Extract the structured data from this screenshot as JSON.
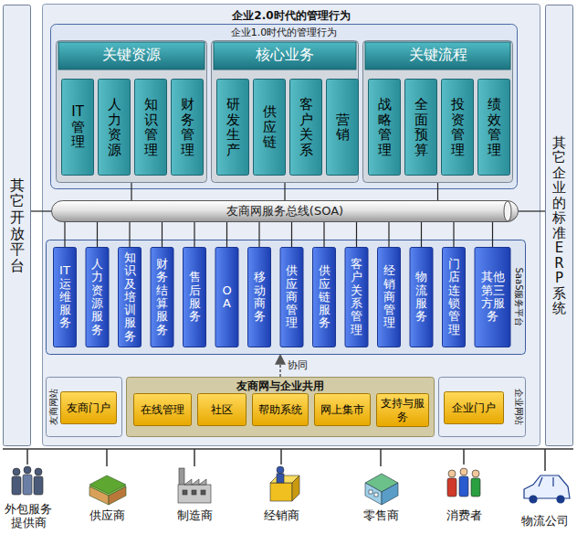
{
  "diagram": {
    "nodes": [
      {
        "text": [
          "企业2.0时代的管理行为"
        ]
      },
      {
        "text": [
          "其它开放平台"
        ]
      },
      {
        "text": [
          "其它企业的标准ERP系统"
        ]
      },
      {
        "text": [
          "企业1.0时代的管理行为"
        ],
        "in": 0
      },
      {
        "text": [
          "关键资源"
        ],
        "in": 3
      },
      {
        "text": [
          "IT管理"
        ],
        "in": 4
      },
      {
        "text": [
          "人力资源"
        ],
        "in": 4
      },
      {
        "text": [
          "知识管理"
        ],
        "in": 4
      },
      {
        "text": [
          "财务管理"
        ],
        "in": 4
      },
      {
        "text": [
          "核心业务"
        ],
        "in": 3
      },
      {
        "text": [
          "研发生产"
        ],
        "in": 9
      },
      {
        "text": [
          "供应链"
        ],
        "in": 9
      },
      {
        "text": [
          "客户关系"
        ],
        "in": 9
      },
      {
        "text": [
          "营销"
        ],
        "in": 9
      },
      {
        "text": [
          "关键流程"
        ],
        "in": 3
      },
      {
        "text": [
          "战略管理"
        ],
        "in": 14
      },
      {
        "text": [
          "全面预算"
        ],
        "in": 14
      },
      {
        "text": [
          "投资管理"
        ],
        "in": 14
      },
      {
        "text": [
          "绩效管理"
        ],
        "in": 14
      },
      {
        "text": [
          "友商网服务总线(SOA)"
        ],
        "in": 0
      },
      {
        "text": [
          "SaaS服务平台"
        ],
        "in": 0
      },
      {
        "text": [
          "IT运维服务"
        ],
        "in": 20
      },
      {
        "text": [
          "人力资源服务"
        ],
        "in": 20
      },
      {
        "text": [
          "知识及培训服务"
        ],
        "in": 20
      },
      {
        "text": [
          "财务结算服务"
        ],
        "in": 20
      },
      {
        "text": [
          "售后服务"
        ],
        "in": 20
      },
      {
        "text": [
          "OA"
        ],
        "in": 20
      },
      {
        "text": [
          "移动商务"
        ],
        "in": 20
      },
      {
        "text": [
          "供应商管理"
        ],
        "in": 20
      },
      {
        "text": [
          "供应链服务"
        ],
        "in": 20
      },
      {
        "text": [
          "客户关系管理"
        ],
        "in": 20
      },
      {
        "text": [
          "经销商管理"
        ],
        "in": 20
      },
      {
        "text": [
          "物流服务"
        ],
        "in": 20
      },
      {
        "text": [
          "门店连锁管理"
        ],
        "in": 20
      },
      {
        "text": [
          "其他第三方服务"
        ],
        "in": 20
      },
      {
        "text": [
          "友商网站"
        ],
        "in": 0
      },
      {
        "text": [
          "友商门户"
        ],
        "in": 35
      },
      {
        "text": [
          "友商网与企业共用"
        ],
        "in": 0
      },
      {
        "text": [
          "在线管理"
        ],
        "in": 37
      },
      {
        "text": [
          "社区"
        ],
        "in": 37
      },
      {
        "text": [
          "帮助系统"
        ],
        "in": 37
      },
      {
        "text": [
          "网上集市"
        ],
        "in": 37
      },
      {
        "text": [
          "支持与服务"
        ],
        "in": 37
      },
      {
        "text": [
          "企业网站"
        ],
        "in": 0
      },
      {
        "text": [
          "企业门户"
        ],
        "in": 43
      }
    ],
    "edges": [
      {
        "from": 1,
        "to": 19,
        "arrow": "none"
      },
      {
        "from": 19,
        "to": 2,
        "arrow": "none"
      },
      {
        "from": 4,
        "to": 19,
        "arrow": "none"
      },
      {
        "from": 9,
        "to": 19,
        "arrow": "none"
      },
      {
        "from": 14,
        "to": 19,
        "arrow": "none"
      },
      {
        "from": 21,
        "to": 19,
        "arrow": "none"
      },
      {
        "from": 22,
        "to": 19,
        "arrow": "none"
      },
      {
        "from": 23,
        "to": 19,
        "arrow": "none"
      },
      {
        "from": 24,
        "to": 19,
        "arrow": "none"
      },
      {
        "from": 25,
        "to": 19,
        "arrow": "none"
      },
      {
        "from": 26,
        "to": 19,
        "arrow": "none"
      },
      {
        "from": 27,
        "to": 19,
        "arrow": "none"
      },
      {
        "from": 28,
        "to": 19,
        "arrow": "none"
      },
      {
        "from": 29,
        "to": 19,
        "arrow": "none"
      },
      {
        "from": 30,
        "to": 19,
        "arrow": "none"
      },
      {
        "from": 31,
        "to": 19,
        "arrow": "none"
      },
      {
        "from": 32,
        "to": 19,
        "arrow": "none"
      },
      {
        "from": 33,
        "to": 19,
        "arrow": "none"
      },
      {
        "from": 34,
        "to": 19,
        "arrow": "none"
      },
      {
        "from": 37,
        "to": 20,
        "label": "协同",
        "arrow": "to"
      }
    ],
    "labels": [
      "外包服务提供商",
      "供应商",
      "制造商",
      "经销商",
      "零售商",
      "消费者",
      "物流公司"
    ]
  }
}
